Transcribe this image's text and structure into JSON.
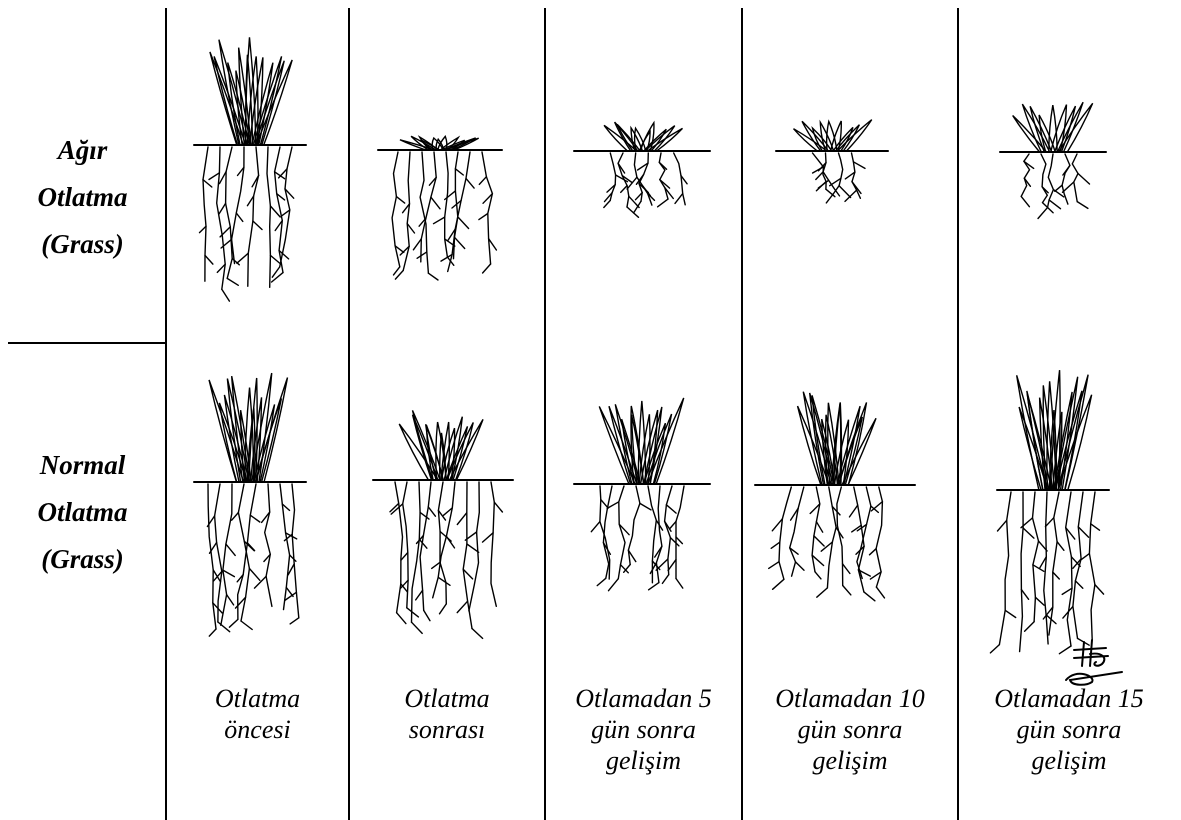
{
  "row_labels": {
    "heavy": {
      "line1": "Ağır",
      "line2": "Otlatma",
      "line3": "(Grass)"
    },
    "normal": {
      "line1": "Normal",
      "line2": "Otlatma",
      "line3": "(Grass)"
    }
  },
  "column_labels": [
    {
      "line1": "Otlatma",
      "line2": "öncesi",
      "line3": ""
    },
    {
      "line1": "Otlatma",
      "line2": "sonrası",
      "line3": ""
    },
    {
      "line1": "Otlamadan 5",
      "line2": "gün sonra",
      "line3": "gelişim"
    },
    {
      "line1": "Otlamadan 10",
      "line2": "gün sonra",
      "line3": "gelişim"
    },
    {
      "line1": "Otlamadan 15",
      "line2": "gün sonra",
      "line3": "gelişim"
    }
  ],
  "colors": {
    "ink": "#000000",
    "background": "#ffffff"
  },
  "icons": {
    "signature": "signature-mark"
  }
}
